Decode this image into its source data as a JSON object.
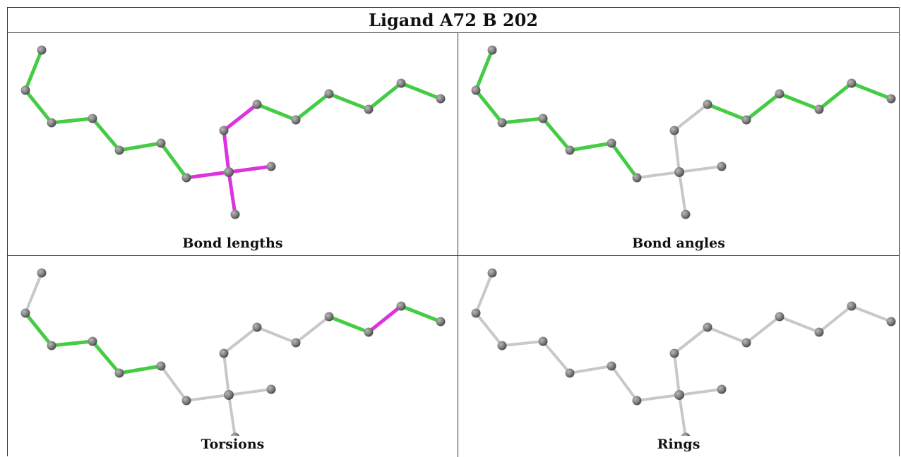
{
  "title": "Ligand A72 B 202",
  "colors": {
    "ok_bond": "#44cc44",
    "outlier_bond": "#dd33dd",
    "neutral_bond": "#c8c8c8",
    "atom": "#808080"
  },
  "panels": [
    {
      "caption": "Bond lengths",
      "bond_states": [
        "ok",
        "ok",
        "ok",
        "ok",
        "ok",
        "ok",
        "outlier",
        "outlier",
        "outlier",
        "outlier",
        "outlier",
        "ok",
        "ok",
        "ok",
        "ok",
        "ok",
        "ok",
        "ok",
        "ok"
      ]
    },
    {
      "caption": "Bond angles",
      "bond_states": [
        "ok",
        "ok",
        "ok",
        "ok",
        "ok",
        "ok",
        "neutral",
        "neutral",
        "neutral",
        "neutral",
        "neutral",
        "ok",
        "ok",
        "ok",
        "ok",
        "ok",
        "ok",
        "ok",
        "ok"
      ]
    },
    {
      "caption": "Torsions",
      "bond_states": [
        "neutral",
        "ok",
        "ok",
        "ok",
        "ok",
        "neutral",
        "neutral",
        "neutral",
        "neutral",
        "neutral",
        "neutral",
        "neutral",
        "neutral",
        "ok",
        "outlier",
        "ok",
        "outlier",
        "neutral",
        "neutral"
      ]
    },
    {
      "caption": "Rings",
      "bond_states": [
        "neutral",
        "neutral",
        "neutral",
        "neutral",
        "neutral",
        "neutral",
        "neutral",
        "neutral",
        "neutral",
        "neutral",
        "neutral",
        "neutral",
        "neutral",
        "neutral",
        "neutral",
        "neutral",
        "neutral",
        "neutral",
        "neutral"
      ]
    }
  ]
}
